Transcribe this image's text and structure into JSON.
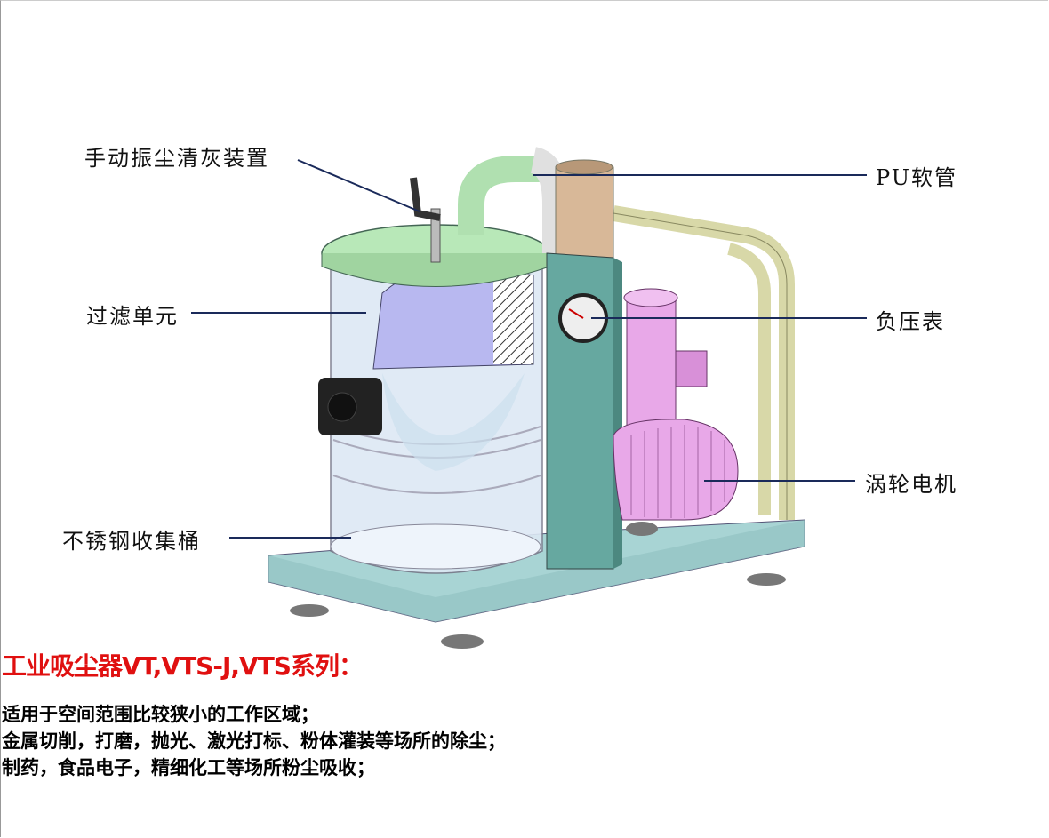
{
  "callouts": {
    "shaker": "手动振尘清灰装置",
    "hose": "PU软管",
    "filter": "过滤单元",
    "gauge": "负压表",
    "motor": "涡轮电机",
    "bucket": "不锈钢收集桶"
  },
  "description": {
    "title": "工业吸尘器VT,VTS-J,VTS系列：",
    "lines": [
      "适用于空间范围比较狭小的工作区域；",
      "金属切削，打磨，抛光、激光打标、粉体灌装等场所的除尘；",
      "制药，食品电子，精细化工等场所粉尘吸收；"
    ]
  },
  "colors": {
    "callout_line": "#1a2a5a",
    "title": "#e01010",
    "base": "#a8d4d4",
    "lid": "#b8e8b8",
    "motor": "#e8a8e8",
    "hose": "#d8b898",
    "frame": "#d8d8a8"
  }
}
